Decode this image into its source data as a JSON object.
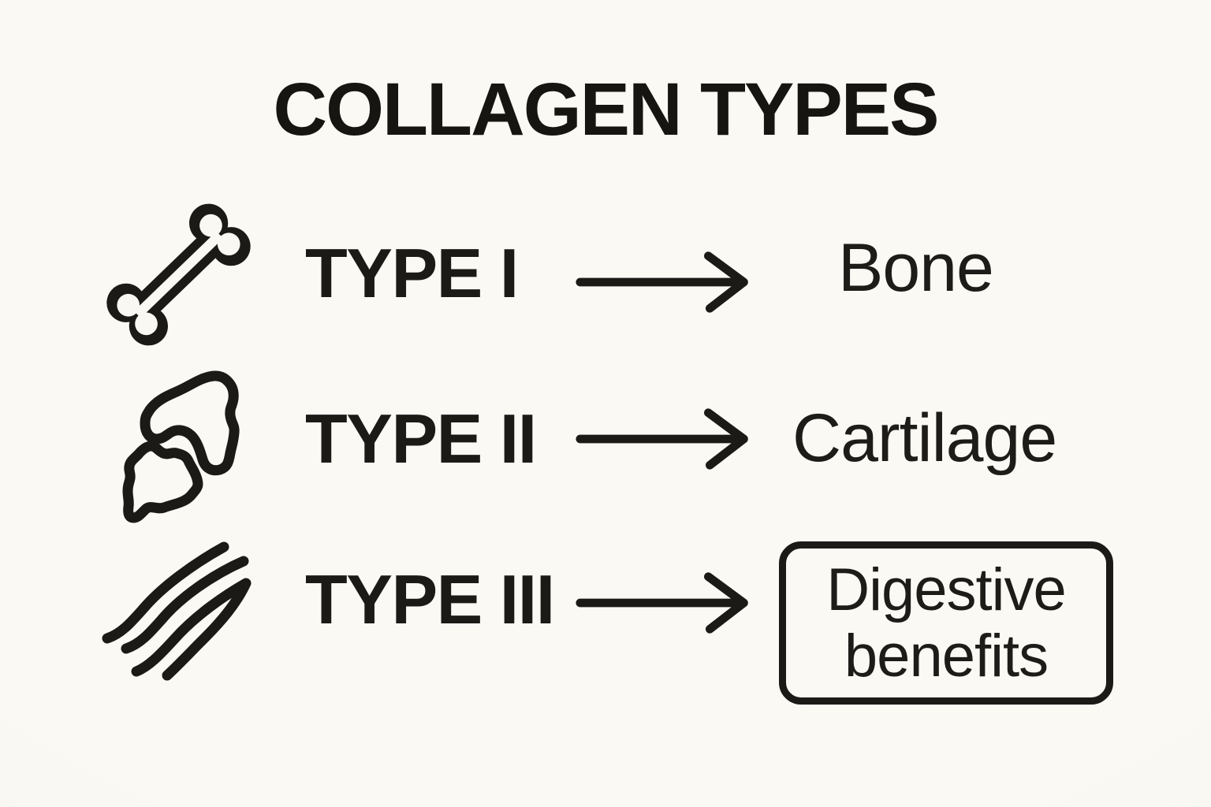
{
  "title": "COLLAGEN TYPES",
  "rows": [
    {
      "label": "TYPE I",
      "icon": "bone-icon",
      "target": "Bone"
    },
    {
      "label": "TYPE II",
      "icon": "cartilage-icon",
      "target": "Cartilage"
    },
    {
      "label": "TYPE III",
      "icon": "collagen-fibers-icon",
      "target_line1": "Digestive",
      "target_line2": "benefits",
      "target_boxed": true
    }
  ],
  "colors": {
    "background": "#f9f8f1",
    "ink": "#1b1a17"
  }
}
